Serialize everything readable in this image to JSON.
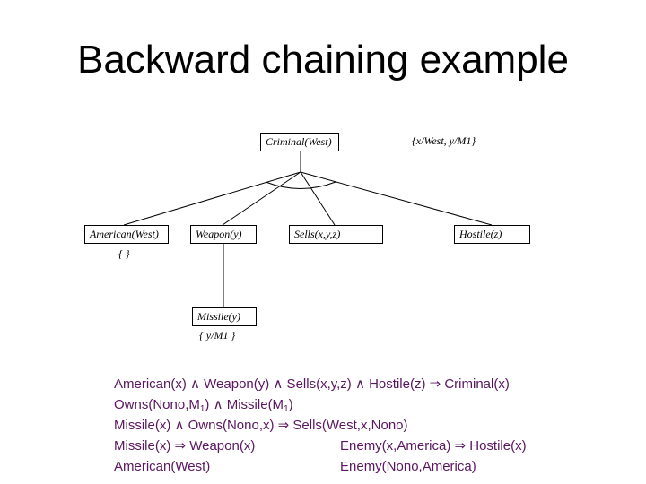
{
  "title": "Backward chaining example",
  "diagram": {
    "root": {
      "label": "Criminal(West)",
      "substitution": "{x/West, y/M1}"
    },
    "children": [
      {
        "label": "American(West)",
        "substitution": "{ }"
      },
      {
        "label": "Weapon(y)"
      },
      {
        "label": "Sells(x,y,z)"
      },
      {
        "label": "Hostile(z)"
      }
    ],
    "weapon_child": {
      "label": "Missile(y)",
      "substitution": "{ y/M1 }"
    }
  },
  "rules": {
    "r1": "American(x) ∧ Weapon(y) ∧ Sells(x,y,z) ∧ Hostile(z) ⇒ Criminal(x)",
    "r2a": "Owns(Nono,M",
    "r2sub": "1",
    "r2b": ") ∧ Missile(M",
    "r2c": ")",
    "r3": "Missile(x) ∧ Owns(Nono,x) ⇒ Sells(West,x,Nono)",
    "r4": "Missile(x) ⇒ Weapon(x)",
    "r5": "Enemy(x,America) ⇒ Hostile(x)",
    "r6": "American(West)",
    "r7": "Enemy(Nono,America)"
  },
  "colors": {
    "rules_text": "#5a1660"
  }
}
